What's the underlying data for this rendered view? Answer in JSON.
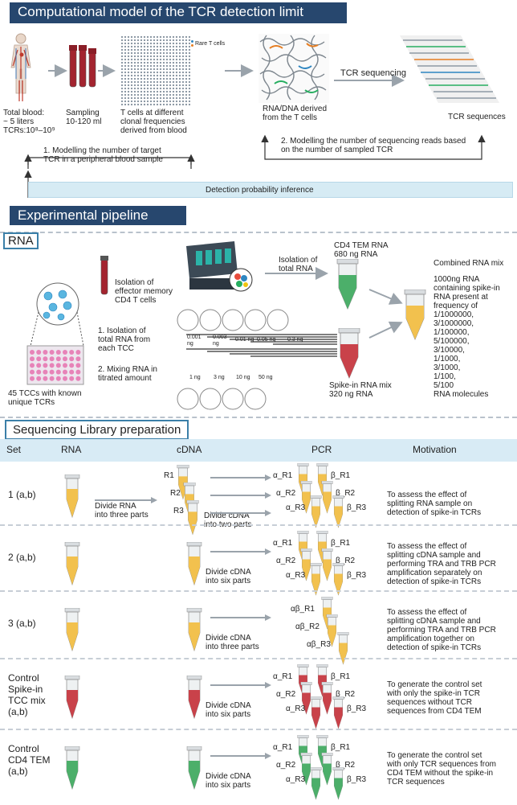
{
  "colors": {
    "banner": "#27476e",
    "accent": "#3b7fa8",
    "header_band": "#d8ebf5",
    "tube_yellow": "#f2c14e",
    "tube_red": "#c9424a",
    "tube_green": "#4caf6a",
    "arrow": "#9aa3ab"
  },
  "section1": {
    "title": "Computational model of the TCR detection limit",
    "blood": [
      "Total blood:",
      "~ 5 liters",
      "TCRs:10⁸–10⁹"
    ],
    "sampling": [
      "Sampling",
      "10-120 ml"
    ],
    "tcells": [
      "T cells at different",
      "clonal frequencies",
      "derived from blood"
    ],
    "rare_label": "Rare T cells",
    "rna_dna": [
      "RNA/DNA derived",
      "from the T cells"
    ],
    "tcr_seq_label": "TCR sequencing",
    "tcr_sequences": "TCR sequences",
    "model1": [
      "1. Modelling the number of target",
      "TCR in a peripheral blood sample"
    ],
    "model2": [
      "2. Modelling the number of sequencing reads based",
      "on the number of sampled TCR"
    ],
    "inference": "Detection probability inference"
  },
  "section2": {
    "title": "Experimental pipeline",
    "rna_tag": "RNA",
    "isolation_effector": [
      "Isolation of",
      "effector memory",
      "CD4 T cells"
    ],
    "isolation_total": [
      "Isolation of",
      "total RNA"
    ],
    "cd4_tem": [
      "CD4 TEM RNA",
      "680 ng RNA"
    ],
    "combined_title": "Combined RNA mix",
    "combined_body": [
      "1000ng RNA",
      "containing spike-in",
      "RNA present at",
      "frequency of",
      "1/1000000,",
      "3/1000000,",
      "1/100000,",
      "5/100000,",
      "3/10000,",
      "1/1000,",
      "3/1000,",
      "1/100,",
      "5/100",
      "RNA molecules"
    ],
    "step1": [
      "1. Isolation of",
      "total RNA from",
      "each TCC"
    ],
    "step2": [
      "2. Mixing RNA in",
      "titrated amount"
    ],
    "amounts_top": [
      "0.001\nng",
      "0.003\nng",
      "0.01 ng",
      "0.05 ng",
      "0.3 ng"
    ],
    "amounts_bottom": [
      "1 ng",
      "3 ng",
      "10 ng",
      "50 ng"
    ],
    "spike_mix": [
      "Spike-in RNA mix",
      "320 ng RNA"
    ],
    "tccs": [
      "45 TCCs with known",
      "unique TCRs"
    ]
  },
  "section3": {
    "title": "Sequencing Library preparation",
    "headers": [
      "Set",
      "RNA",
      "cDNA",
      "PCR",
      "Motivation"
    ],
    "rows": [
      {
        "set": [
          "1 (a,b)"
        ],
        "divide_rna": [
          "Divide RNA",
          "into three parts"
        ],
        "divide": [
          "Divide cDNA",
          "into two parts"
        ],
        "cdna_labels": [
          "R1",
          "R2",
          "R3"
        ],
        "pcr_labels": [
          "α_R1",
          "β_R1",
          "α_R2",
          "β_R2",
          "α_R3",
          "β_R3"
        ],
        "motivation": [
          "To assess the effect of",
          "splitting RNA sample on",
          "detection of spike-in TCRs"
        ]
      },
      {
        "set": [
          "2 (a,b)"
        ],
        "divide": [
          "Divide cDNA",
          "into six parts"
        ],
        "pcr_labels": [
          "α_R1",
          "β_R1",
          "α_R2",
          "β_R2",
          "α_R3",
          "β_R3"
        ],
        "motivation": [
          "To assess the effect of",
          "splitting cDNA sample and",
          "performing TRA and TRB PCR",
          "amplification separately on",
          "detection of spike-in TCRs"
        ]
      },
      {
        "set": [
          "3 (a,b)"
        ],
        "divide": [
          "Divide cDNA",
          "into three parts"
        ],
        "pcr_labels": [
          "αβ_R1",
          "αβ_R2",
          "αβ_R3"
        ],
        "motivation": [
          "To assess the effect of",
          "splitting cDNA sample and",
          "performing TRA and TRB PCR",
          "amplification together on",
          "detection of spike-in TCRs"
        ]
      },
      {
        "set": [
          "Control",
          "Spike-in",
          "TCC mix",
          "(a,b)"
        ],
        "divide": [
          "Divide cDNA",
          "into six parts"
        ],
        "pcr_labels": [
          "α_R1",
          "β_R1",
          "α_R2",
          "β_R2",
          "α_R3",
          "β_R3"
        ],
        "motivation": [
          "To generate the control set",
          "with only the spike-in TCR",
          "sequences without  TCR",
          "sequences from CD4 TEM"
        ]
      },
      {
        "set": [
          "Control",
          "CD4 TEM",
          "(a,b)"
        ],
        "divide": [
          "Divide cDNA",
          "into six parts"
        ],
        "pcr_labels": [
          "α_R1",
          "β_R1",
          "α_R2",
          "β_R2",
          "α_R3",
          "β_R3"
        ],
        "motivation": [
          "To generate the control set",
          "with only TCR sequences from",
          "CD4 TEM without the spike-in",
          "TCR sequences"
        ]
      }
    ]
  }
}
